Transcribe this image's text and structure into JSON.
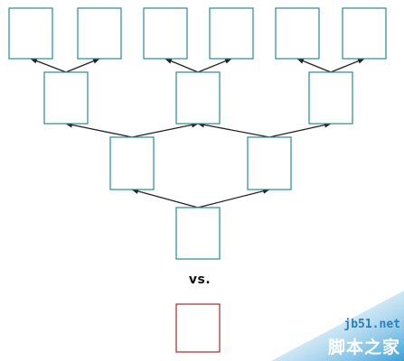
{
  "comparison_label": "vs.",
  "colors": {
    "tree_box": "#2a8a96",
    "single_box": "#a52a2a",
    "edge": "#222222",
    "watermark_text": "#2a7fb8",
    "watermark_bg": "#3aa0d8"
  },
  "watermark": {
    "url": "jb51.net",
    "name": "脚本之家"
  }
}
